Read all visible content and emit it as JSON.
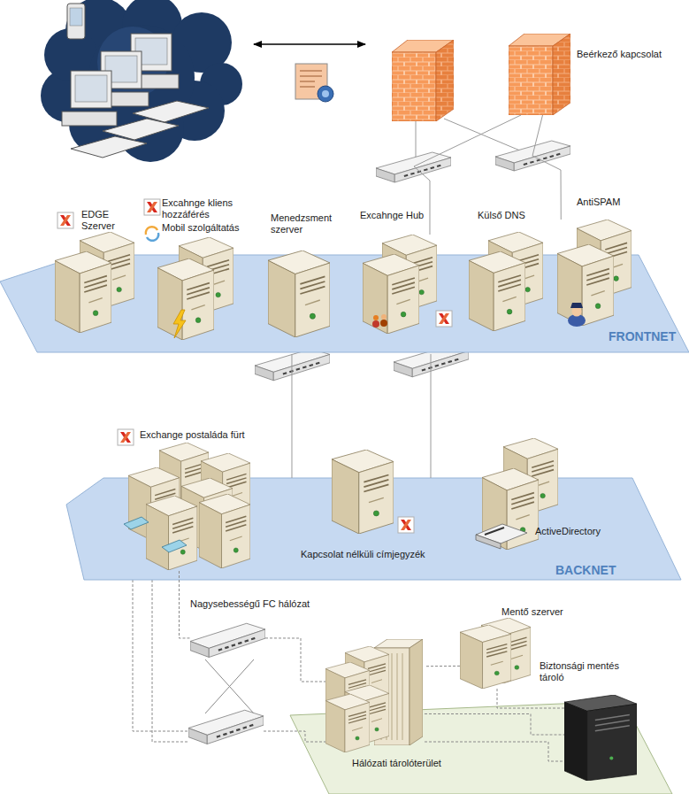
{
  "diagram": {
    "nodes": [
      {
        "text": [
          "Beérkező kapcsolat"
        ]
      },
      {
        "text": [
          "FRONTNET"
        ]
      },
      {
        "text": [
          "EDGE Szerver"
        ],
        "in": 1
      },
      {
        "text": [
          "Excahnge kliens hozzáférés",
          "Mobil szolgáltatás"
        ],
        "in": 1
      },
      {
        "text": [
          "Menedzsment szerver"
        ],
        "in": 1
      },
      {
        "text": [
          "Excahnge Hub"
        ],
        "in": 1
      },
      {
        "text": [
          "Külső DNS"
        ],
        "in": 1
      },
      {
        "text": [
          "AntiSPAM"
        ],
        "in": 1
      },
      {
        "text": [
          "BACKNET"
        ]
      },
      {
        "text": [
          "Exchange postaláda fürt"
        ],
        "in": 8
      },
      {
        "text": [
          "Kapcsolat nélküli címjegyzék"
        ],
        "in": 8
      },
      {
        "text": [
          "ActiveDirectory"
        ],
        "in": 8
      },
      {
        "text": [
          "Nagysebességű FC hálózat"
        ]
      },
      {
        "text": [
          "Mentő szerver"
        ]
      },
      {
        "text": [
          "Biztonsági mentés tároló"
        ]
      },
      {
        "text": [
          "Hálózati tárolóterület"
        ]
      }
    ],
    "edges": [
      {
        "from": 0,
        "to": 5,
        "arrow": "none"
      },
      {
        "from": 0,
        "to": 7,
        "arrow": "none"
      },
      {
        "from": 1,
        "to": 8,
        "arrow": "none"
      },
      {
        "from": 1,
        "to": 8,
        "arrow": "none"
      },
      {
        "from": 9,
        "to": 12,
        "arrow": "none"
      },
      {
        "from": 12,
        "to": 15,
        "arrow": "none"
      },
      {
        "from": 13,
        "to": 15,
        "arrow": "none"
      },
      {
        "from": 15,
        "to": 14,
        "arrow": "none"
      }
    ]
  }
}
